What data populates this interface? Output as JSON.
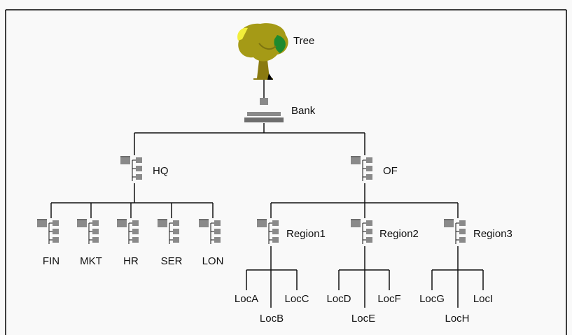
{
  "diagram": {
    "root": {
      "label": "Tree",
      "icon": "tree-icon"
    },
    "bank": {
      "label": "Bank",
      "icon": "network-root-icon"
    },
    "divisions": [
      {
        "label": "HQ",
        "icon": "org-unit-icon"
      },
      {
        "label": "OF",
        "icon": "org-unit-icon"
      }
    ],
    "hq_units": [
      "FIN",
      "MKT",
      "HR",
      "SER",
      "LON"
    ],
    "regions": [
      {
        "label": "Region1",
        "locations": [
          "LocA",
          "LocB",
          "LocC"
        ]
      },
      {
        "label": "Region2",
        "locations": [
          "LocD",
          "LocE",
          "LocF"
        ]
      },
      {
        "label": "Region3",
        "locations": [
          "LocG",
          "LocH",
          "LocI"
        ]
      }
    ],
    "colors": {
      "line": "#111111",
      "container": "#8a8a8a",
      "container_dark": "#6e6e6e",
      "tree_foliage": "#a59a16",
      "tree_highlight": "#f2ee3a",
      "tree_dark": "#1e8a2e",
      "tree_trunk": "#8a7a10"
    }
  }
}
